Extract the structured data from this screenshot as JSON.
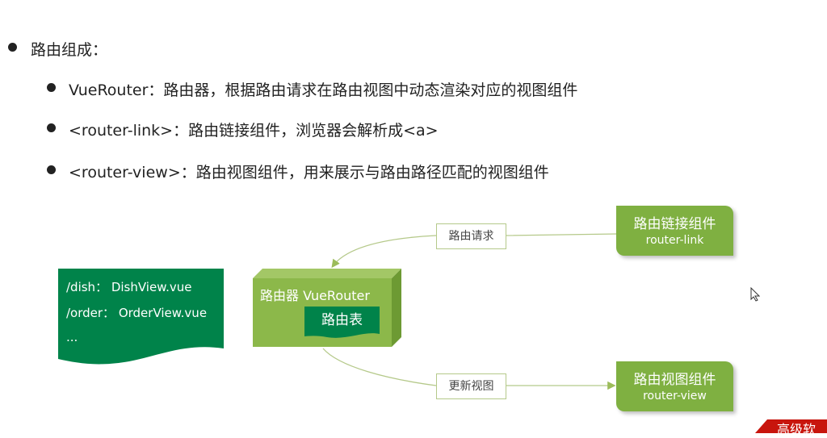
{
  "heading": "路由组成：",
  "bullets": [
    "VueRouter：路由器，根据路由请求在路由视图中动态渲染对应的视图组件",
    "<router-link>：路由链接组件，浏览器会解析成<a>",
    "<router-view>：路由视图组件，用来展示与路由路径匹配的视图组件"
  ],
  "diagram": {
    "route_table_doc": [
      "/dish： DishView.vue",
      "/order： OrderView.vue",
      "..."
    ],
    "router_label": "路由器 VueRouter",
    "route_table_label": "路由表",
    "request_label": "路由请求",
    "update_label": "更新视图",
    "link_box": {
      "title": "路由链接组件",
      "subtitle": "router-link"
    },
    "view_box": {
      "title": "路由视图组件",
      "subtitle": "router-view"
    }
  },
  "watermark": "高级软",
  "colors": {
    "dark_green": "#00834a",
    "light_green": "#7fb041",
    "watermark_red": "#c8150d"
  }
}
